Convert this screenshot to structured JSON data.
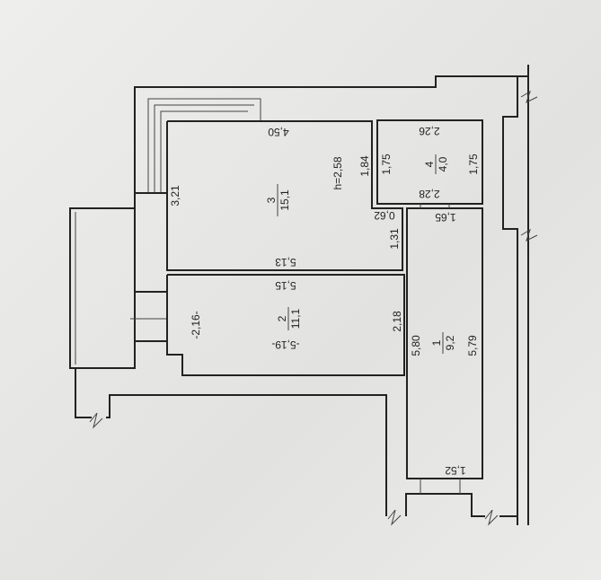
{
  "plan": {
    "ceiling_height": "h=2,58",
    "rooms": [
      {
        "number": "1",
        "area": "9,2"
      },
      {
        "number": "2",
        "area": "11,1"
      },
      {
        "number": "3",
        "area": "15,1"
      },
      {
        "number": "4",
        "area": "4,0"
      }
    ],
    "dimensions": {
      "r3_top": "4,50",
      "r3_left": "3,21",
      "r3_right": "1,84",
      "r3_bottom": "5,13",
      "r3_notch_w": "0,62",
      "r3_notch_h": "1,31",
      "r4_top": "2,26",
      "r4_left": "1,75",
      "r4_right": "1,75",
      "r4_bottom": "2,28",
      "r1_top": "1,65",
      "r1_left": "5,80",
      "r1_right": "5,79",
      "r1_bottom": "1,52",
      "r2_top": "5,15",
      "r2_left": "-2,16-",
      "r2_mid": "-5,19-",
      "r2_right": "2,18"
    }
  }
}
